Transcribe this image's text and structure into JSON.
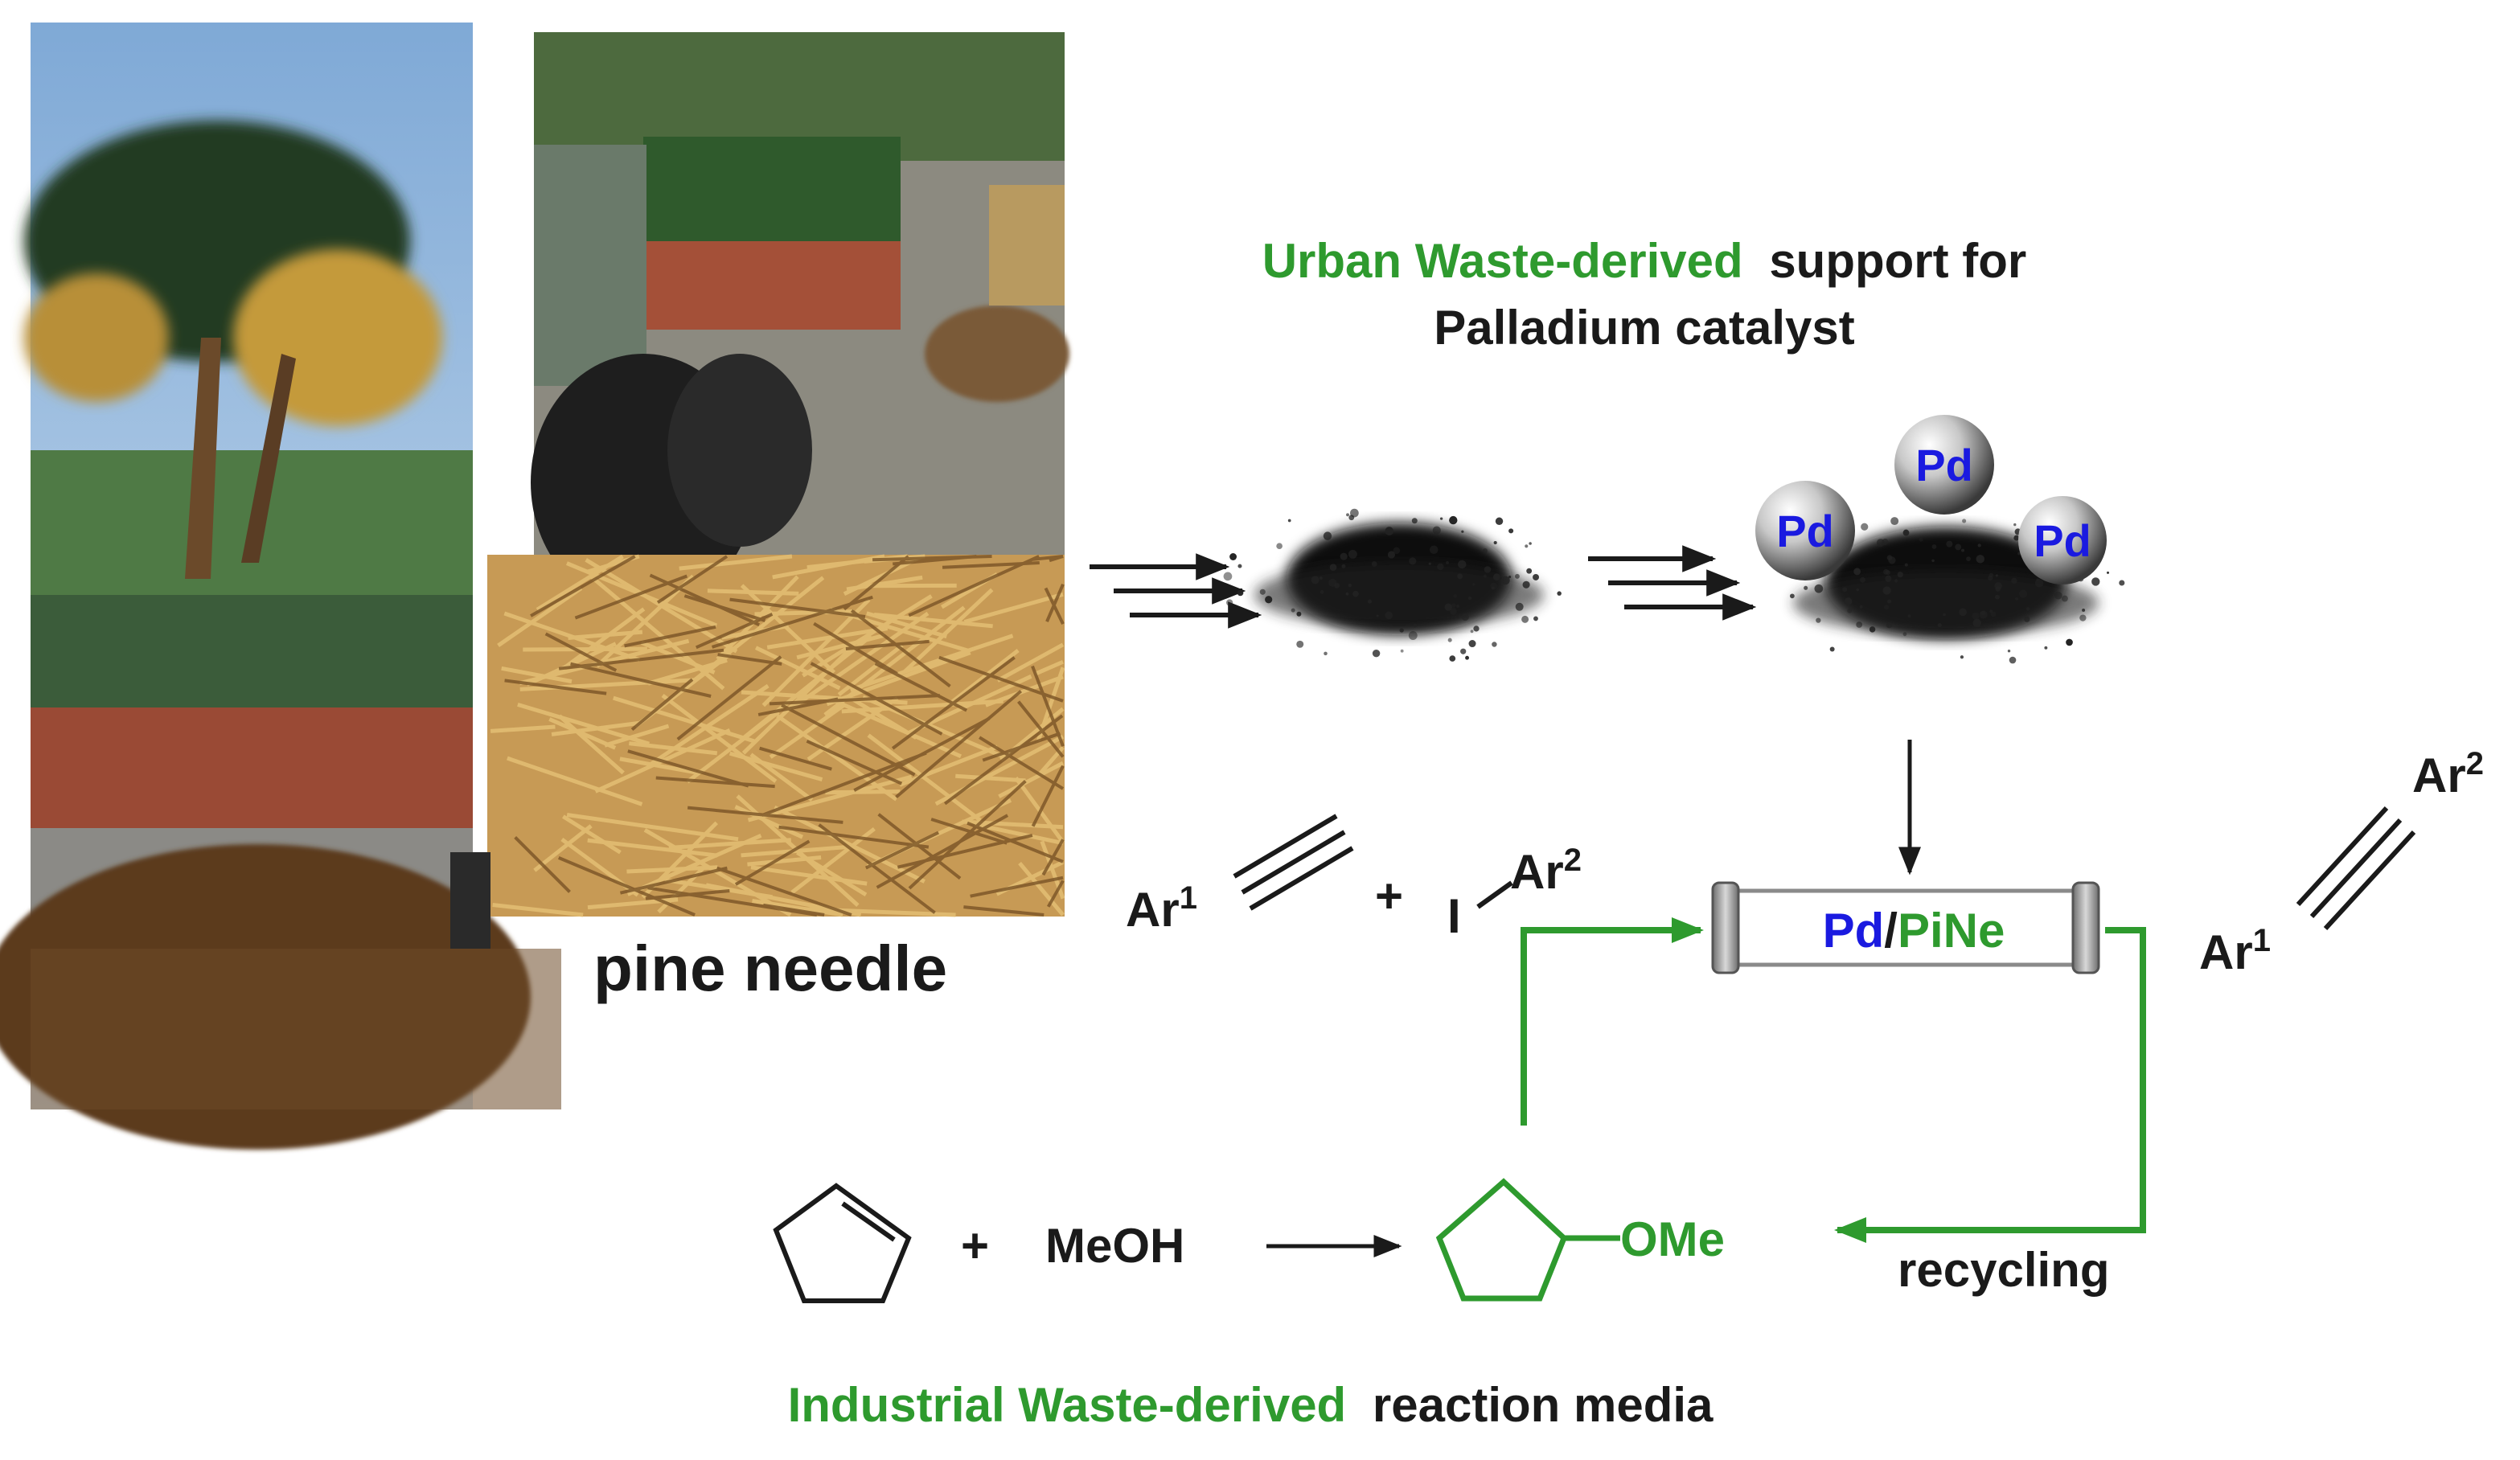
{
  "photo_caption": "pine needle",
  "top_heading": {
    "green": "Urban Waste-derived",
    "black": "support for",
    "line2": "Palladium catalyst"
  },
  "pd_particles": [
    "Pd",
    "Pd",
    "Pd"
  ],
  "reactants": {
    "ar1_text": "Ar",
    "ar1_sup": "1",
    "plus": "+",
    "iodo_text": "I",
    "ar2_text": "Ar",
    "ar2_sup": "2"
  },
  "reactor": {
    "pd": "Pd",
    "slash": "/",
    "pine": "PiNe"
  },
  "product": {
    "ar2_text": "Ar",
    "ar2_sup": "2",
    "ar1_text": "Ar",
    "ar1_sup": "1"
  },
  "solvent_synthesis": {
    "plus": "+",
    "meoh": "MeOH",
    "ome": "OMe"
  },
  "recycling_label": "recycling",
  "bottom_heading": {
    "green": "Industrial Waste-derived",
    "black": "reaction media"
  },
  "colors": {
    "green": "#2e9a2e",
    "blue": "#1a1ae0",
    "black": "#1a1a1a"
  }
}
